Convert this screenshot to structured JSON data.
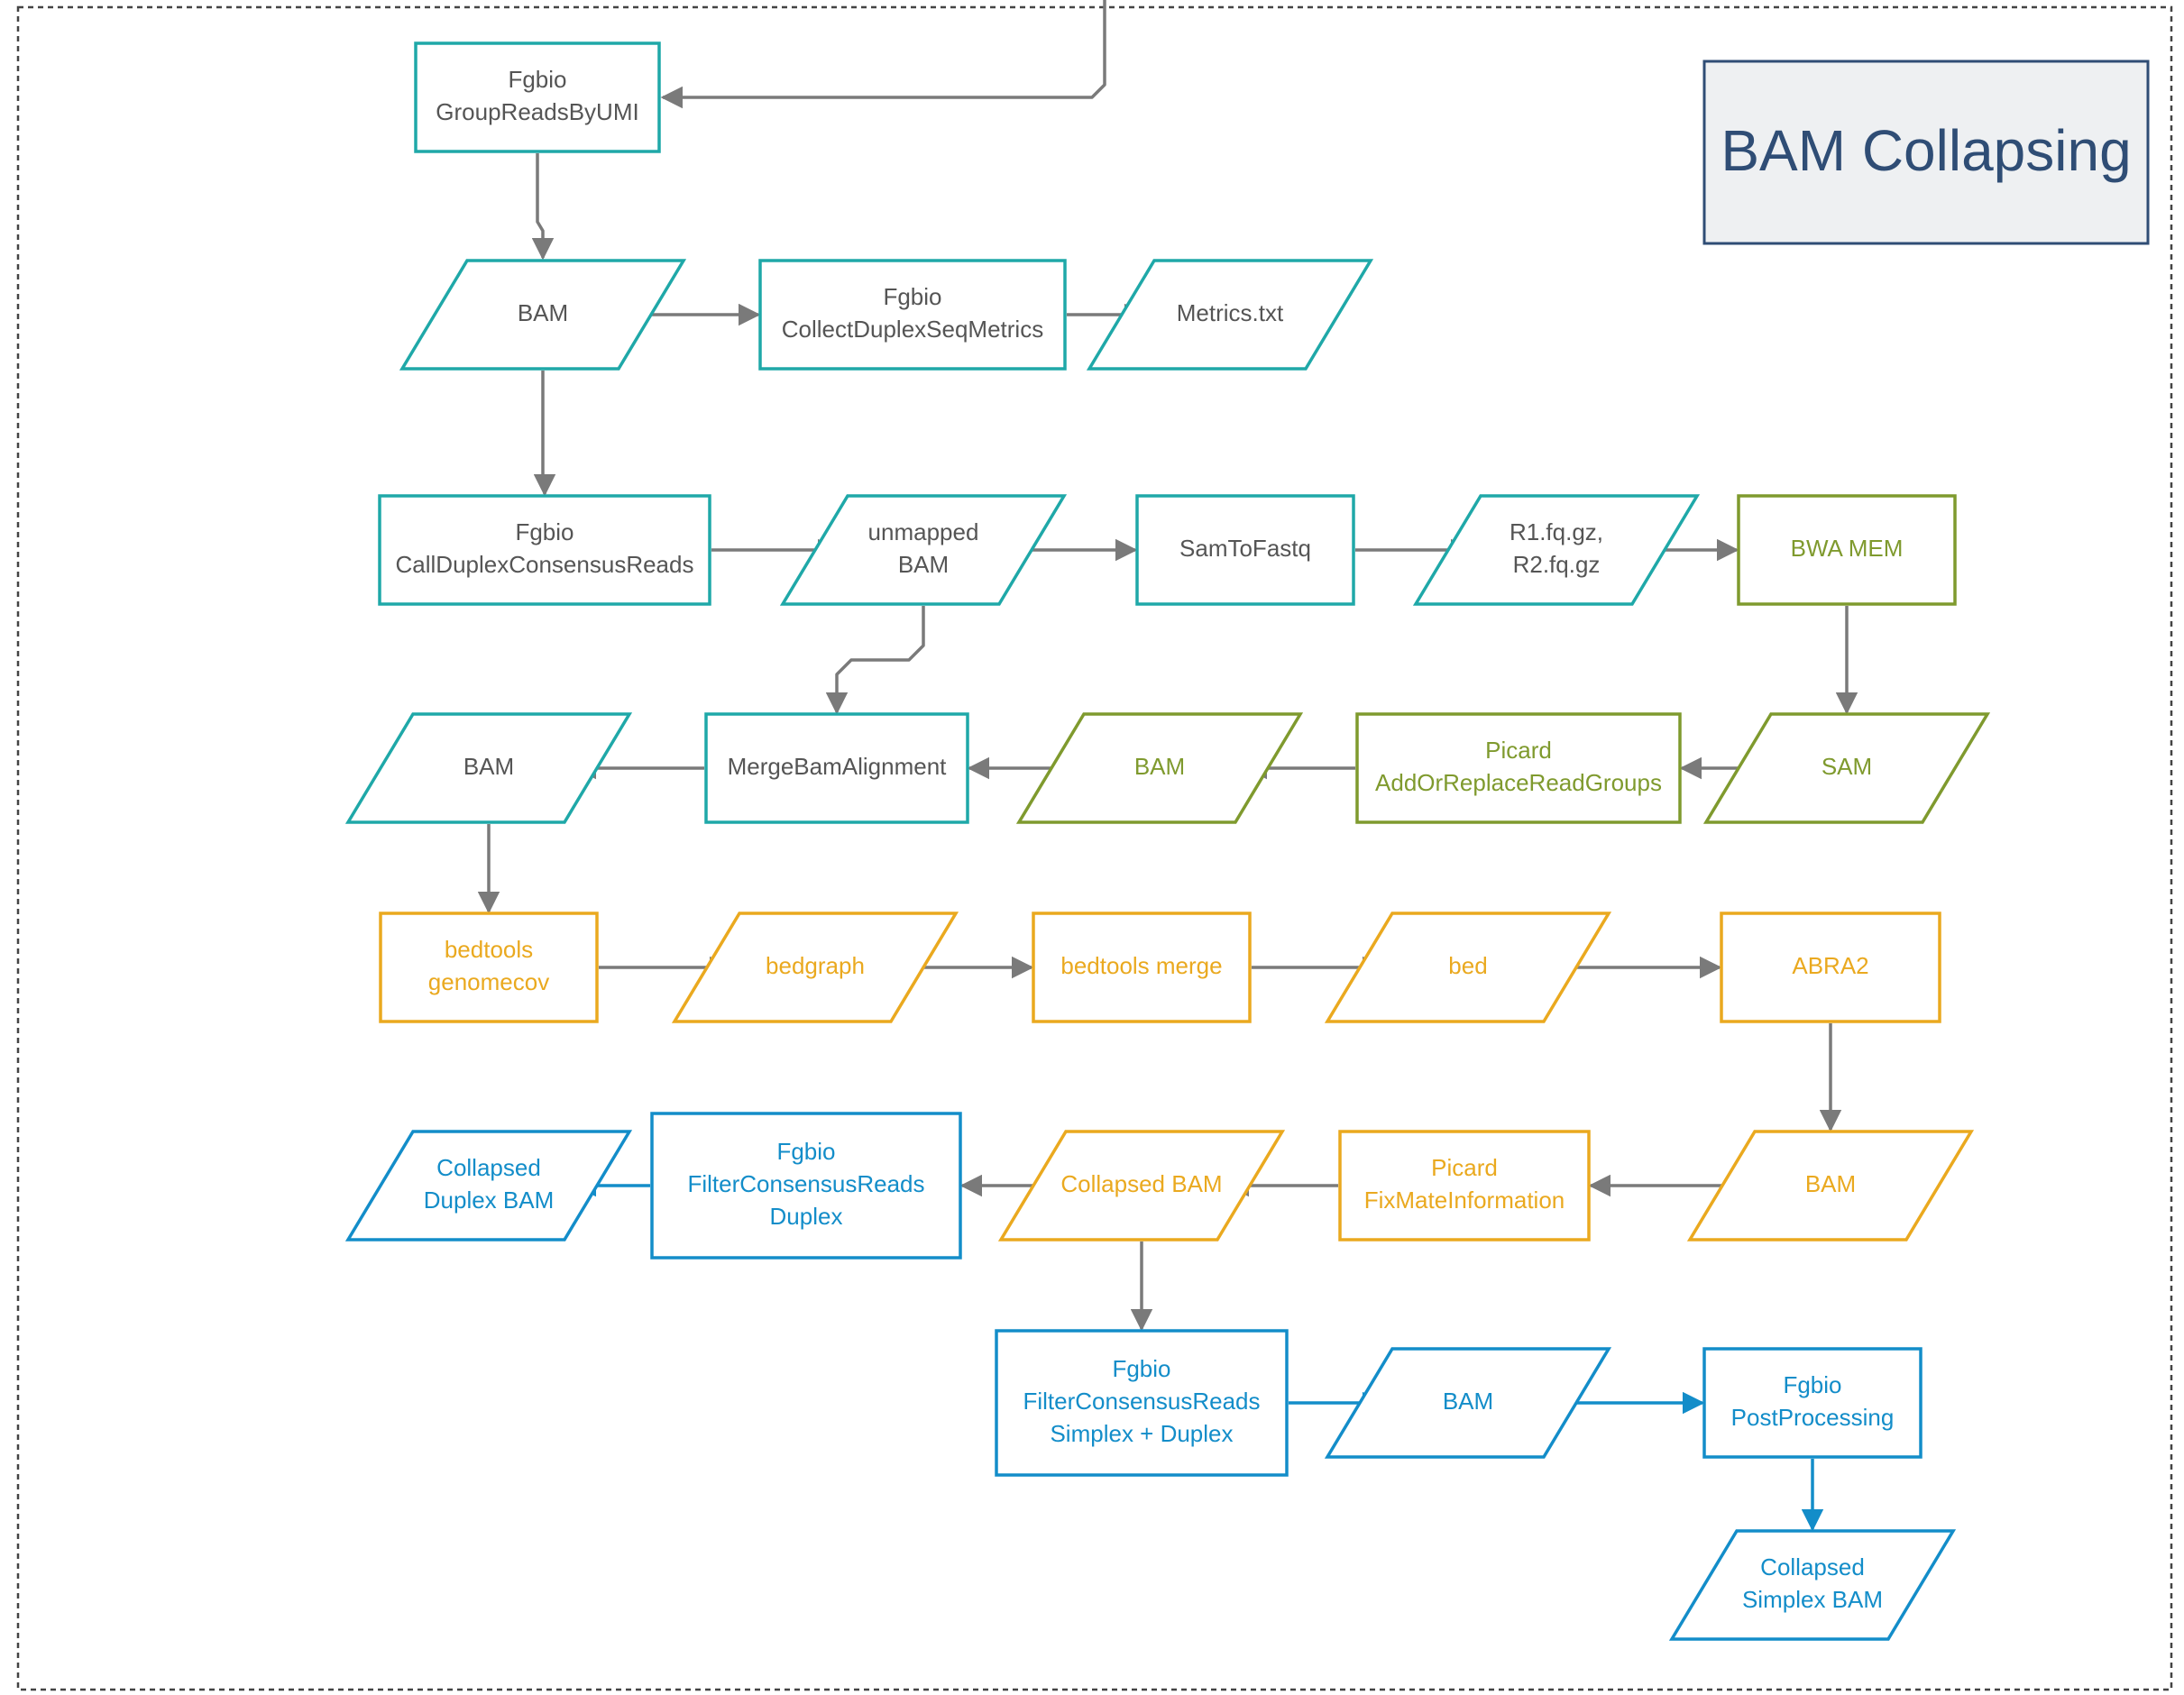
{
  "title": {
    "label": "BAM Collapsing"
  },
  "colors": {
    "teal": "#1fa8a8",
    "olive": "#7f9a2e",
    "orange": "#eaa91f",
    "blue": "#138dc9",
    "arrow_gray": "#7a7a7a",
    "text_gray": "#555555",
    "title_text": "#2f4d75",
    "title_fill": "#eef0f2",
    "title_border": "#2f4d75"
  },
  "nodes": [
    {
      "id": "group_reads",
      "shape": "rect",
      "color": "teal",
      "text_color": "text_gray",
      "lines": [
        "Fgbio",
        "GroupReadsByUMI"
      ]
    },
    {
      "id": "bam_1",
      "shape": "para",
      "color": "teal",
      "text_color": "text_gray",
      "lines": [
        "BAM"
      ]
    },
    {
      "id": "collect_metrics",
      "shape": "rect",
      "color": "teal",
      "text_color": "text_gray",
      "lines": [
        "Fgbio",
        "CollectDuplexSeqMetrics"
      ]
    },
    {
      "id": "metrics_txt",
      "shape": "para",
      "color": "teal",
      "text_color": "text_gray",
      "lines": [
        "Metrics.txt"
      ]
    },
    {
      "id": "call_consensus",
      "shape": "rect",
      "color": "teal",
      "text_color": "text_gray",
      "lines": [
        "Fgbio",
        "CallDuplexConsensusReads"
      ]
    },
    {
      "id": "unmapped_bam",
      "shape": "para",
      "color": "teal",
      "text_color": "text_gray",
      "lines": [
        "unmapped",
        "BAM"
      ]
    },
    {
      "id": "sam_to_fastq",
      "shape": "rect",
      "color": "teal",
      "text_color": "text_gray",
      "lines": [
        "SamToFastq"
      ]
    },
    {
      "id": "fastq",
      "shape": "para",
      "color": "teal",
      "text_color": "text_gray",
      "lines": [
        "R1.fq.gz,",
        "R2.fq.gz"
      ]
    },
    {
      "id": "bwa_mem",
      "shape": "rect",
      "color": "olive",
      "text_color": "olive",
      "lines": [
        "BWA MEM"
      ]
    },
    {
      "id": "sam",
      "shape": "para",
      "color": "olive",
      "text_color": "olive",
      "lines": [
        "SAM"
      ]
    },
    {
      "id": "add_rg",
      "shape": "rect",
      "color": "olive",
      "text_color": "olive",
      "lines": [
        "Picard",
        "AddOrReplaceReadGroups"
      ]
    },
    {
      "id": "bam_rg",
      "shape": "para",
      "color": "olive",
      "text_color": "olive",
      "lines": [
        "BAM"
      ]
    },
    {
      "id": "merge_bam",
      "shape": "rect",
      "color": "teal",
      "text_color": "text_gray",
      "lines": [
        "MergeBamAlignment"
      ]
    },
    {
      "id": "bam_merged",
      "shape": "para",
      "color": "teal",
      "text_color": "text_gray",
      "lines": [
        "BAM"
      ]
    },
    {
      "id": "genomecov",
      "shape": "rect",
      "color": "orange",
      "text_color": "orange",
      "lines": [
        "bedtools",
        "genomecov"
      ]
    },
    {
      "id": "bedgraph",
      "shape": "para",
      "color": "orange",
      "text_color": "orange",
      "lines": [
        "bedgraph"
      ]
    },
    {
      "id": "bed_merge",
      "shape": "rect",
      "color": "orange",
      "text_color": "orange",
      "lines": [
        "bedtools merge"
      ]
    },
    {
      "id": "bed",
      "shape": "para",
      "color": "orange",
      "text_color": "orange",
      "lines": [
        "bed"
      ]
    },
    {
      "id": "abra2",
      "shape": "rect",
      "color": "orange",
      "text_color": "orange",
      "lines": [
        "ABRA2"
      ]
    },
    {
      "id": "bam_abra",
      "shape": "para",
      "color": "orange",
      "text_color": "orange",
      "lines": [
        "BAM"
      ]
    },
    {
      "id": "fix_mate",
      "shape": "rect",
      "color": "orange",
      "text_color": "orange",
      "lines": [
        "Picard",
        "FixMateInformation"
      ]
    },
    {
      "id": "collapsed_bam",
      "shape": "para",
      "color": "orange",
      "text_color": "orange",
      "lines": [
        "Collapsed BAM"
      ]
    },
    {
      "id": "filter_duplex",
      "shape": "rect",
      "color": "blue",
      "text_color": "blue",
      "lines": [
        "Fgbio",
        "FilterConsensusReads",
        "Duplex"
      ]
    },
    {
      "id": "collapsed_duplex",
      "shape": "para",
      "color": "blue",
      "text_color": "blue",
      "lines": [
        "Collapsed",
        "Duplex BAM"
      ]
    },
    {
      "id": "filter_simplex",
      "shape": "rect",
      "color": "blue",
      "text_color": "blue",
      "lines": [
        "Fgbio",
        "FilterConsensusReads",
        "Simplex + Duplex"
      ]
    },
    {
      "id": "bam_simplex",
      "shape": "para",
      "color": "blue",
      "text_color": "blue",
      "lines": [
        "BAM"
      ]
    },
    {
      "id": "post_processing",
      "shape": "rect",
      "color": "blue",
      "text_color": "blue",
      "lines": [
        "Fgbio",
        "PostProcessing"
      ]
    },
    {
      "id": "collapsed_simplex",
      "shape": "para",
      "color": "blue",
      "text_color": "blue",
      "lines": [
        "Collapsed",
        "Simplex BAM"
      ]
    }
  ],
  "edges": [
    {
      "from": "incoming",
      "to": "group_reads",
      "color": "arrow_gray"
    },
    {
      "from": "group_reads",
      "to": "bam_1",
      "color": "arrow_gray"
    },
    {
      "from": "bam_1",
      "to": "collect_metrics",
      "color": "arrow_gray"
    },
    {
      "from": "collect_metrics",
      "to": "metrics_txt",
      "color": "arrow_gray"
    },
    {
      "from": "bam_1",
      "to": "call_consensus",
      "color": "arrow_gray"
    },
    {
      "from": "call_consensus",
      "to": "unmapped_bam",
      "color": "arrow_gray"
    },
    {
      "from": "unmapped_bam",
      "to": "sam_to_fastq",
      "color": "arrow_gray"
    },
    {
      "from": "sam_to_fastq",
      "to": "fastq",
      "color": "arrow_gray"
    },
    {
      "from": "fastq",
      "to": "bwa_mem",
      "color": "arrow_gray"
    },
    {
      "from": "bwa_mem",
      "to": "sam",
      "color": "arrow_gray"
    },
    {
      "from": "sam",
      "to": "add_rg",
      "color": "arrow_gray"
    },
    {
      "from": "add_rg",
      "to": "bam_rg",
      "color": "arrow_gray"
    },
    {
      "from": "bam_rg",
      "to": "merge_bam",
      "color": "arrow_gray"
    },
    {
      "from": "unmapped_bam",
      "to": "merge_bam",
      "color": "arrow_gray"
    },
    {
      "from": "merge_bam",
      "to": "bam_merged",
      "color": "arrow_gray"
    },
    {
      "from": "bam_merged",
      "to": "genomecov",
      "color": "arrow_gray"
    },
    {
      "from": "genomecov",
      "to": "bedgraph",
      "color": "arrow_gray"
    },
    {
      "from": "bedgraph",
      "to": "bed_merge",
      "color": "arrow_gray"
    },
    {
      "from": "bed_merge",
      "to": "bed",
      "color": "arrow_gray"
    },
    {
      "from": "bed",
      "to": "abra2",
      "color": "arrow_gray"
    },
    {
      "from": "abra2",
      "to": "bam_abra",
      "color": "arrow_gray"
    },
    {
      "from": "bam_abra",
      "to": "fix_mate",
      "color": "arrow_gray"
    },
    {
      "from": "fix_mate",
      "to": "collapsed_bam",
      "color": "arrow_gray"
    },
    {
      "from": "collapsed_bam",
      "to": "filter_duplex",
      "color": "arrow_gray"
    },
    {
      "from": "filter_duplex",
      "to": "collapsed_duplex",
      "color": "blue"
    },
    {
      "from": "collapsed_bam",
      "to": "filter_simplex",
      "color": "arrow_gray"
    },
    {
      "from": "filter_simplex",
      "to": "bam_simplex",
      "color": "blue"
    },
    {
      "from": "bam_simplex",
      "to": "post_processing",
      "color": "blue"
    },
    {
      "from": "post_processing",
      "to": "collapsed_simplex",
      "color": "blue"
    }
  ]
}
